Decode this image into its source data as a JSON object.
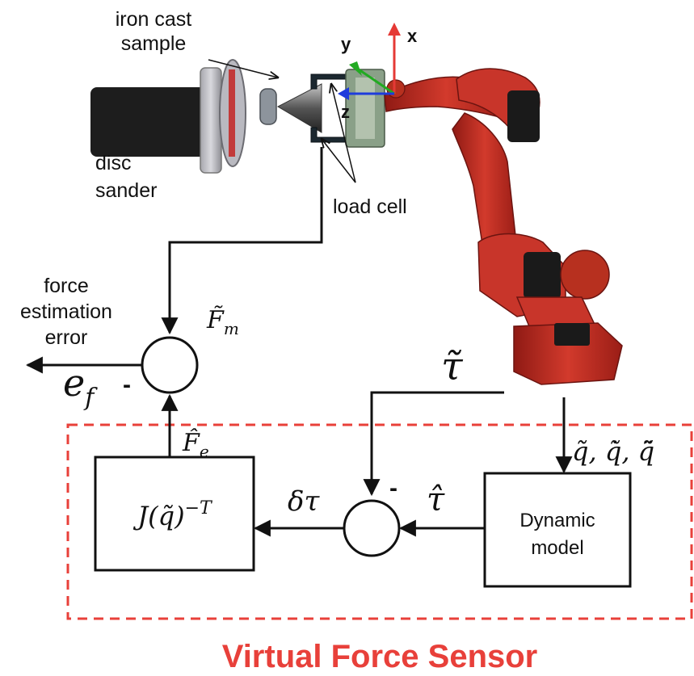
{
  "labels": {
    "iron_cast_line1": "iron cast",
    "iron_cast_line2": "sample",
    "disc_line1": "disc",
    "disc_line2": "sander",
    "load_cell": "load cell",
    "axis_x": "x",
    "axis_y": "y",
    "axis_z": "z",
    "force_line1": "force",
    "force_line2": "estimation",
    "force_line3": "error",
    "minus_left": "-",
    "minus_right": "-",
    "dyn_line1": "Dynamic",
    "dyn_line2": "model",
    "virtual_force_sensor": "Virtual Force Sensor"
  },
  "math": {
    "f_m": "F̃",
    "f_m_sub": "m",
    "e_f": "e",
    "e_f_sub": "f",
    "f_e": "F̂",
    "f_e_sub": "e",
    "tau_tilde": "τ̃",
    "tau_hat": "τ̂",
    "delta_tau": "δτ",
    "q_vars": "q̃, q̃̇, q̃̈",
    "jacobian_base": "J(q̃)",
    "jacobian_exp": "−T"
  },
  "colors": {
    "robot_red": "#c42a20",
    "dashed_red": "#e8403a",
    "vfs_text": "#e8403a",
    "axis_x": "#e53935",
    "axis_y": "#22aa22",
    "axis_z": "#1e3cdc"
  }
}
